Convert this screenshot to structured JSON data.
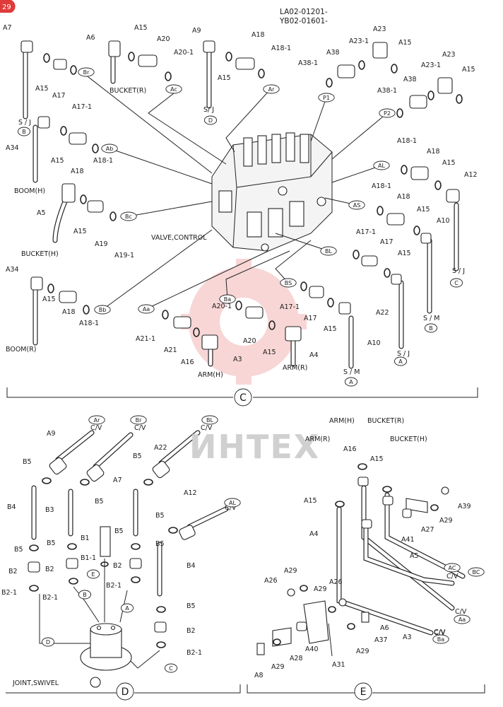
{
  "header": {
    "lines": [
      "LA02-01201-",
      "YB02-01601-"
    ]
  },
  "page_badge": {
    "text": "29",
    "color": "#e03a3a"
  },
  "watermark": {
    "text": "ИНТЕХ",
    "color": "#d0d0d0"
  },
  "logo_accent": "#f3b5b5",
  "sections": [
    {
      "letter": "C"
    },
    {
      "letter": "D"
    },
    {
      "letter": "E"
    }
  ],
  "section_c": {
    "parts": [
      {
        "t": "A7"
      },
      {
        "t": "A15"
      },
      {
        "t": "A17"
      },
      {
        "t": "A17-1"
      },
      {
        "t": "S / J"
      },
      {
        "t": "A6"
      },
      {
        "t": "A15"
      },
      {
        "t": "A20"
      },
      {
        "t": "A20-1"
      },
      {
        "t": "BUCKET(R)"
      },
      {
        "t": "A9"
      },
      {
        "t": "A15"
      },
      {
        "t": "A18"
      },
      {
        "t": "A18-1"
      },
      {
        "t": "S/ J"
      },
      {
        "t": "A23"
      },
      {
        "t": "A23-1"
      },
      {
        "t": "A15"
      },
      {
        "t": "A38"
      },
      {
        "t": "A38-1"
      },
      {
        "t": "A23"
      },
      {
        "t": "A23-1"
      },
      {
        "t": "A15"
      },
      {
        "t": "A38"
      },
      {
        "t": "A38-1"
      },
      {
        "t": "A34"
      },
      {
        "t": "A15"
      },
      {
        "t": "A18"
      },
      {
        "t": "A18-1"
      },
      {
        "t": "BOOM(H)"
      },
      {
        "t": "A5"
      },
      {
        "t": "A15"
      },
      {
        "t": "A19"
      },
      {
        "t": "A19-1"
      },
      {
        "t": "BUCKET(H)"
      },
      {
        "t": "VALVE,CONTROL"
      },
      {
        "t": "A18-1"
      },
      {
        "t": "A18"
      },
      {
        "t": "A15"
      },
      {
        "t": "A12"
      },
      {
        "t": "A18-1"
      },
      {
        "t": "A18"
      },
      {
        "t": "A15"
      },
      {
        "t": "A10"
      },
      {
        "t": "S / J"
      },
      {
        "t": "A17-1"
      },
      {
        "t": "A17"
      },
      {
        "t": "A15"
      },
      {
        "t": "S / M"
      },
      {
        "t": "A34"
      },
      {
        "t": "A15"
      },
      {
        "t": "A18"
      },
      {
        "t": "A18-1"
      },
      {
        "t": "BOOM(R)"
      },
      {
        "t": "A21-1"
      },
      {
        "t": "A21"
      },
      {
        "t": "A16"
      },
      {
        "t": "A3"
      },
      {
        "t": "ARM(H)"
      },
      {
        "t": "A20-1"
      },
      {
        "t": "A20"
      },
      {
        "t": "A15"
      },
      {
        "t": "A4"
      },
      {
        "t": "ARM(R)"
      },
      {
        "t": "A17-1"
      },
      {
        "t": "A17"
      },
      {
        "t": "A15"
      },
      {
        "t": "A22"
      },
      {
        "t": "S / J"
      },
      {
        "t": "A10"
      },
      {
        "t": "S / M"
      }
    ],
    "tags": [
      {
        "t": "B"
      },
      {
        "t": "D"
      },
      {
        "t": "Br"
      },
      {
        "t": "Ac"
      },
      {
        "t": "Ar"
      },
      {
        "t": "P1"
      },
      {
        "t": "P2"
      },
      {
        "t": "Ab"
      },
      {
        "t": "Bc"
      },
      {
        "t": "AL"
      },
      {
        "t": "AS"
      },
      {
        "t": "BL"
      },
      {
        "t": "C"
      },
      {
        "t": "B"
      },
      {
        "t": "Bb"
      },
      {
        "t": "Aa"
      },
      {
        "t": "Ba"
      },
      {
        "t": "BS"
      },
      {
        "t": "A"
      },
      {
        "t": "A"
      }
    ]
  },
  "section_d": {
    "parts": [
      {
        "t": "C/V"
      },
      {
        "t": "C/V"
      },
      {
        "t": "C/V"
      },
      {
        "t": "A9"
      },
      {
        "t": "A22"
      },
      {
        "t": "B5"
      },
      {
        "t": "A7"
      },
      {
        "t": "B5"
      },
      {
        "t": "B5"
      },
      {
        "t": "B4"
      },
      {
        "t": "B3"
      },
      {
        "t": "B5"
      },
      {
        "t": "A12"
      },
      {
        "t": "C/V"
      },
      {
        "t": "B5"
      },
      {
        "t": "B1"
      },
      {
        "t": "B5"
      },
      {
        "t": "B5"
      },
      {
        "t": "B5"
      },
      {
        "t": "B1-1"
      },
      {
        "t": "B2"
      },
      {
        "t": "B2"
      },
      {
        "t": "B2"
      },
      {
        "t": "B4"
      },
      {
        "t": "B2-1"
      },
      {
        "t": "B2-1"
      },
      {
        "t": "B2-1"
      },
      {
        "t": "B5"
      },
      {
        "t": "B2"
      },
      {
        "t": "B2-1"
      },
      {
        "t": "JOINT,SWIVEL"
      }
    ],
    "tags": [
      {
        "t": "Ar"
      },
      {
        "t": "Br"
      },
      {
        "t": "BL"
      },
      {
        "t": "AL"
      },
      {
        "t": "E"
      },
      {
        "t": "B"
      },
      {
        "t": "A"
      },
      {
        "t": "D"
      },
      {
        "t": "C"
      }
    ]
  },
  "section_e": {
    "parts": [
      {
        "t": "ARM(H)"
      },
      {
        "t": "BUCKET(R)"
      },
      {
        "t": "ARM(R)"
      },
      {
        "t": "BUCKET(H)"
      },
      {
        "t": "A16"
      },
      {
        "t": "A15"
      },
      {
        "t": "A15"
      },
      {
        "t": "A39"
      },
      {
        "t": "A27"
      },
      {
        "t": "A29"
      },
      {
        "t": "A4"
      },
      {
        "t": "A41"
      },
      {
        "t": "A5"
      },
      {
        "t": "C/V"
      },
      {
        "t": "C/V"
      },
      {
        "t": "A29"
      },
      {
        "t": "A26"
      },
      {
        "t": "A29"
      },
      {
        "t": "A26"
      },
      {
        "t": "C/V"
      },
      {
        "t": "A6"
      },
      {
        "t": "A3"
      },
      {
        "t": "A37"
      },
      {
        "t": "C/V"
      },
      {
        "t": "A40"
      },
      {
        "t": "A29"
      },
      {
        "t": "A28"
      },
      {
        "t": "A31"
      },
      {
        "t": "A8"
      },
      {
        "t": "A29"
      }
    ],
    "tags": [
      {
        "t": "AC"
      },
      {
        "t": "BC"
      },
      {
        "t": "Aa"
      },
      {
        "t": "Ba"
      }
    ]
  }
}
